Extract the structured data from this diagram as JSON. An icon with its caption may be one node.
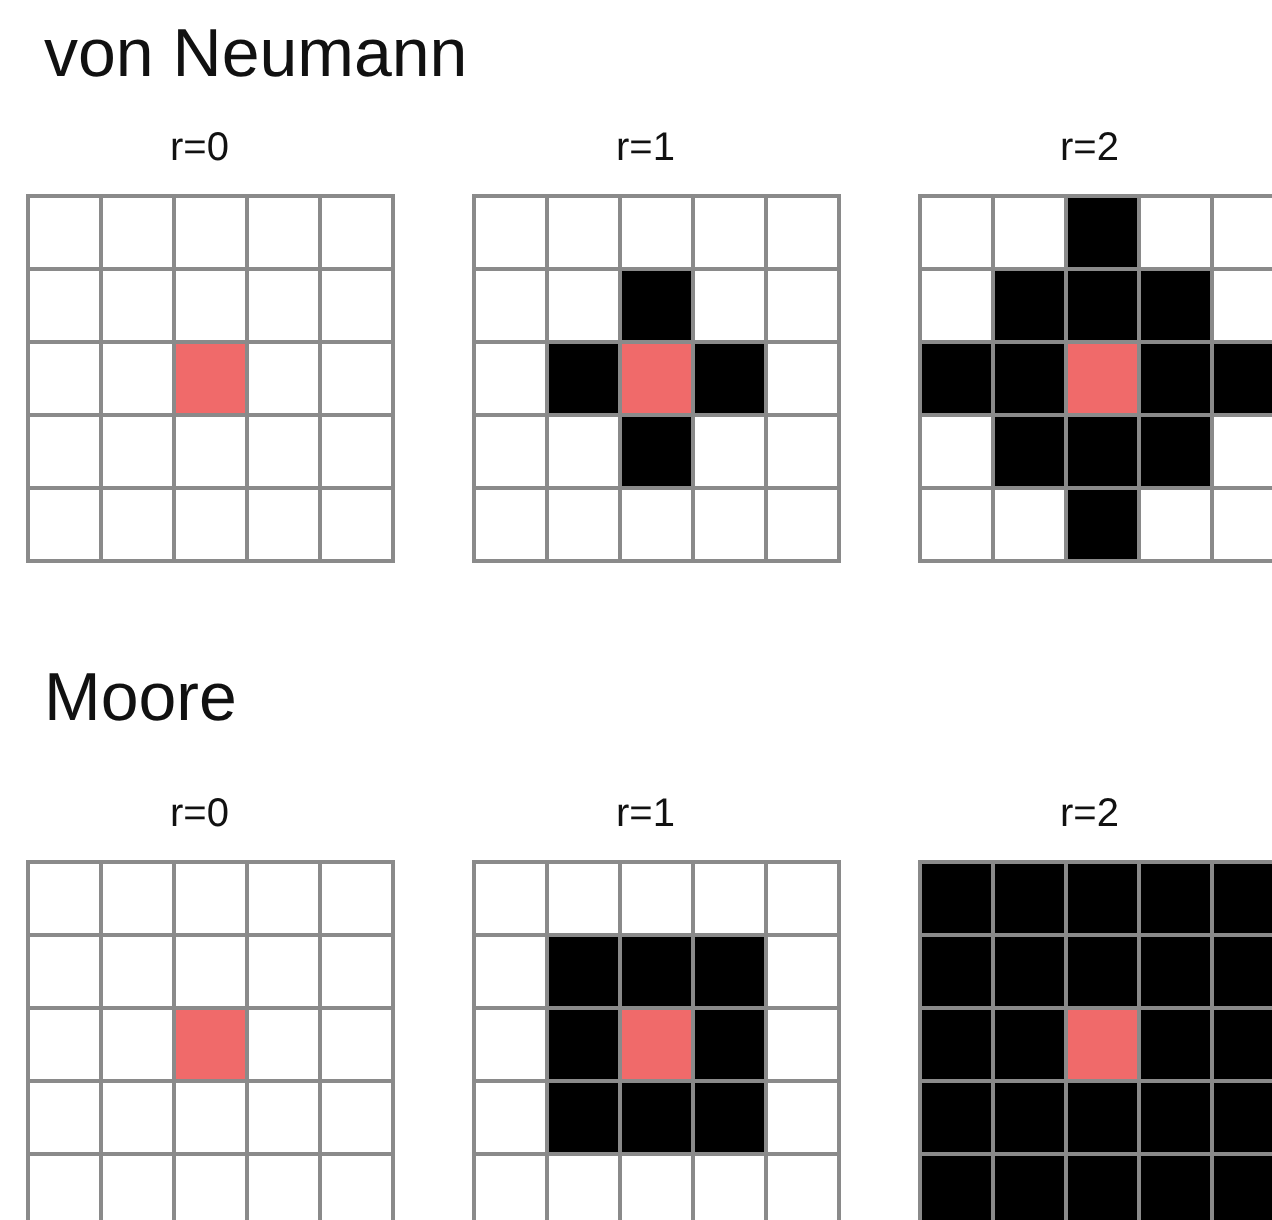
{
  "diagram": {
    "labels": [
      "von Neumann",
      "r=0",
      "r=1",
      "r=2",
      "Moore",
      "r=0",
      "r=1",
      "r=2"
    ]
  }
}
